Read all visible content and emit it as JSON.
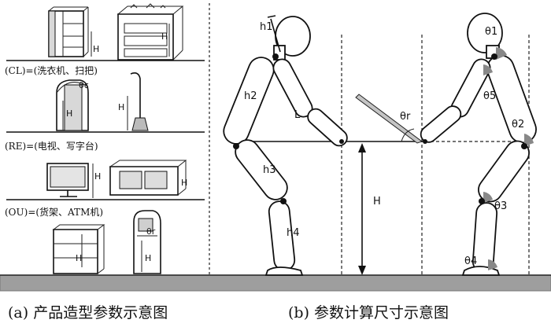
{
  "left_panel": {
    "cat_cl": "(CL)=(洗衣机、扫把)",
    "cat_re": "(RE)=(电视、写字台)",
    "cat_ou": "(OU)=(货架、ATM机)",
    "h_label": "H",
    "theta_c": "θc",
    "theta_r": "θr",
    "caption": "(a) 产品造型参数示意图"
  },
  "right_panel": {
    "h1": "h1",
    "h2": "h2",
    "h3": "h3",
    "h4": "h4",
    "L": "L",
    "H": "H",
    "theta_r": "θr",
    "theta1": "θ1",
    "theta2": "θ2",
    "theta3": "θ3",
    "theta4": "θ4",
    "theta5": "θ5",
    "caption": "(b) 参数计算尺寸示意图"
  }
}
